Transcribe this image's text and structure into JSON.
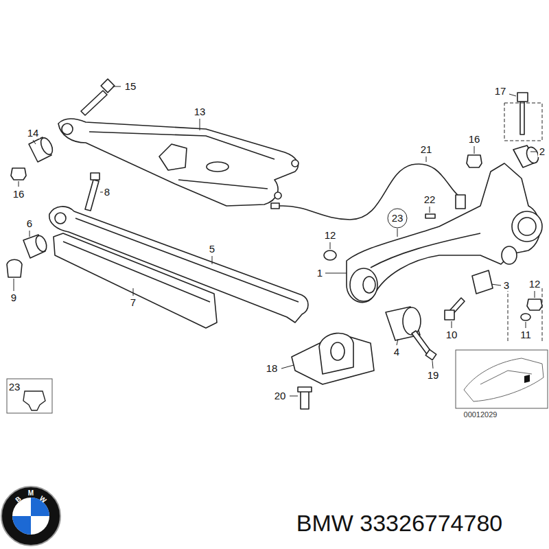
{
  "diagram": {
    "labels": [
      "15",
      "13",
      "17",
      "14",
      "16",
      "2",
      "21",
      "16",
      "8",
      "22",
      "23",
      "6",
      "12",
      "5",
      "1",
      "3",
      "12",
      "9",
      "7",
      "10",
      "11",
      "4",
      "18",
      "19",
      "23",
      "20",
      "00012029",
      "B",
      "M",
      "W",
      "BMW 33326774780"
    ]
  }
}
